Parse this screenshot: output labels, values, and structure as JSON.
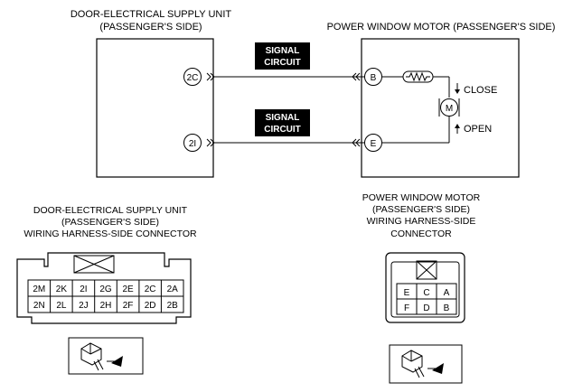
{
  "units": {
    "left_title": [
      "DOOR-ELECTRICAL SUPPLY UNIT",
      "(PASSENGER'S SIDE)"
    ],
    "right_title": "POWER WINDOW MOTOR (PASSENGER'S SIDE)"
  },
  "terminals": {
    "left_top": "2C",
    "left_bottom": "2I",
    "right_top": "B",
    "right_bottom": "E"
  },
  "signal_labels": {
    "top": [
      "SIGNAL",
      "CIRCUIT"
    ],
    "bottom": [
      "SIGNAL",
      "CIRCUIT"
    ]
  },
  "motor": {
    "symbol": "M",
    "close_label": "CLOSE",
    "open_label": "OPEN"
  },
  "left_connector": {
    "caption": [
      "DOOR-ELECTRICAL SUPPLY UNIT",
      "(PASSENGER'S SIDE)",
      "WIRING HARNESS-SIDE CONNECTOR"
    ],
    "rows": [
      [
        "2M",
        "2K",
        "2I",
        "2G",
        "2E",
        "2C",
        "2A"
      ],
      [
        "2N",
        "2L",
        "2J",
        "2H",
        "2F",
        "2D",
        "2B"
      ]
    ]
  },
  "right_connector": {
    "caption": [
      "POWER WINDOW MOTOR",
      "(PASSENGER'S SIDE)",
      "WIRING HARNESS-SIDE",
      "CONNECTOR"
    ],
    "rows": [
      [
        "E",
        "C",
        "A"
      ],
      [
        "F",
        "D",
        "B"
      ]
    ]
  },
  "icons": {
    "left_view": "connector-view-arrow-icon",
    "right_view": "connector-view-arrow-icon"
  }
}
